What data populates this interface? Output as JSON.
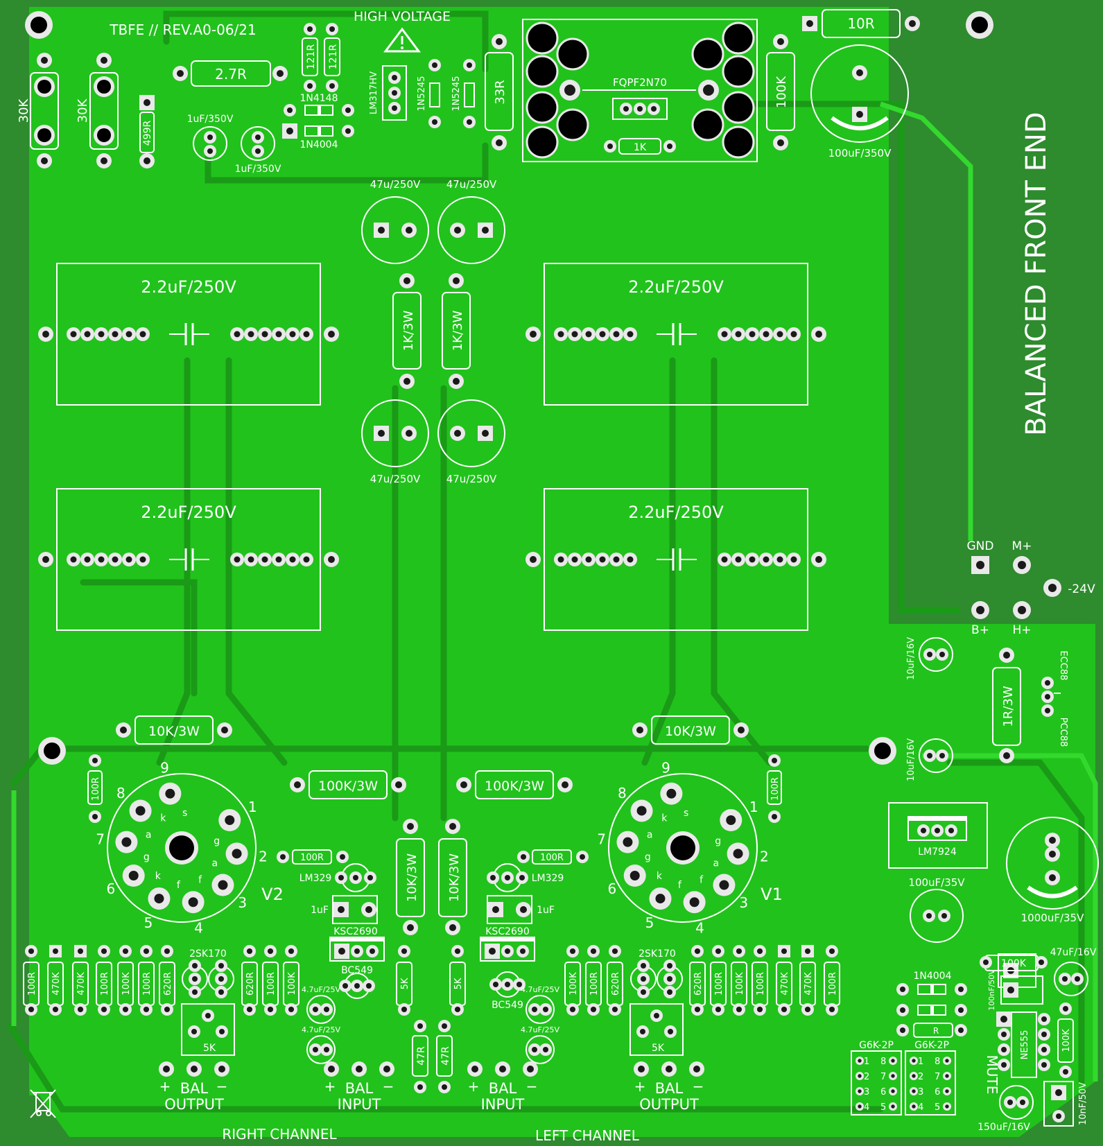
{
  "colors": {
    "board_edge": "#2e8b2e",
    "copper_pour": "#21c21c",
    "trace_dark": "#1a9a17",
    "silkscreen": "#ffffff",
    "hole": "#000000"
  },
  "title": {
    "board_name": "BALANCED FRONT END",
    "revision": "TBFE // REV.A0-06/21",
    "warning": "HIGH VOLTAGE"
  },
  "sections": {
    "right_channel": "RIGHT CHANNEL",
    "left_channel": "LEFT CHANNEL",
    "mute": "MUTE"
  },
  "terminals": {
    "gnd": "GND",
    "m_plus": "M+",
    "minus24": "-24V",
    "b_plus": "B+",
    "h_plus": "H+"
  },
  "bal": {
    "bal": "BAL",
    "output": "OUTPUT",
    "input": "INPUT",
    "plus": "+",
    "minus": "−"
  },
  "tubes": {
    "v2": "V2",
    "v1": "V1",
    "pins": [
      "1",
      "2",
      "3",
      "4",
      "5",
      "6",
      "7",
      "8",
      "9"
    ],
    "letters": [
      "g",
      "a",
      "f",
      "f",
      "k",
      "g",
      "a",
      "k",
      "s"
    ],
    "ecc88": "ECC88",
    "pcc88": "PCC88"
  },
  "labels": {
    "r30k": "30K",
    "r499": "499R",
    "r2_7": "2.7R",
    "r121": "121R",
    "c1u350": "1uF/350V",
    "d1n4148": "1N4148",
    "d1n4004": "1N4004",
    "lm317": "LM317HV",
    "d1n5245": "1N5245",
    "r33": "33R",
    "mosfet": "FQPF2N70",
    "r1k": "1K",
    "r100k": "100K",
    "r10": "10R",
    "c100u350": "100uF/350V",
    "c47u250": "47u/250V",
    "c2u2": "2.2uF/250V",
    "r1k3w": "1K/3W",
    "r10k3w": "10K/3W",
    "r100k3w": "100K/3W",
    "r100": "100R",
    "r470k": "470K",
    "r620": "620R",
    "jfet": "2SK170",
    "pot5k": "5K",
    "lm329": "LM329",
    "c1u": "1uF",
    "ksc": "KSC2690",
    "bc549": "BC549",
    "c4u7": "4.7uF/25V",
    "r47": "47R",
    "c10u16": "10uF/16V",
    "r1r3w": "1R/3W",
    "lm7924": "LM7924",
    "c100u35": "100uF/35V",
    "c1000u35": "1000uF/35V",
    "c47u16": "47uF/16V",
    "c100n50": "100nF/50V",
    "ne555": "NE555",
    "relay": "G6K-2P",
    "rr": "R",
    "c150u16": "150uF/16V",
    "c10n50": "10nF/50V",
    "relay_pins": [
      "1",
      "2",
      "3",
      "4",
      "5",
      "6",
      "7",
      "8"
    ]
  }
}
